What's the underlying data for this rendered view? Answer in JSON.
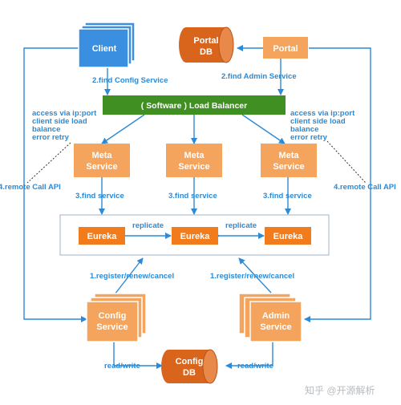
{
  "nodes": {
    "client": "Client",
    "portal_db": [
      "Portal",
      "DB"
    ],
    "portal": "Portal",
    "load_balancer": "( Software ) Load Balancer",
    "meta_service": [
      "Meta",
      "Service"
    ],
    "eureka": "Eureka",
    "config_service": [
      "Config",
      "Service"
    ],
    "admin_service": [
      "Admin",
      "Service"
    ],
    "config_db": [
      "Config",
      "DB"
    ]
  },
  "labels": {
    "find_config_service": "2.find Config Service",
    "find_admin_service": "2.find Admin Service",
    "access_note": [
      "access via ip:port",
      "client side load",
      "balance",
      "error retry"
    ],
    "remote_call_left": "4.remote Call API",
    "remote_call_right": "4.remote Call API",
    "find_service": "3.find service",
    "replicate": "replicate",
    "register_renew_cancel": "1.register/renew/cancel",
    "read_write": "read/write"
  },
  "watermark": "知乎 @开源解析",
  "colors": {
    "blue": "#2c8ad6",
    "client_fill": "#3b8fe0",
    "orange": "#f5a45d",
    "eureka": "#f27c1c",
    "green": "#3f8f22",
    "db": "#d9641c"
  }
}
